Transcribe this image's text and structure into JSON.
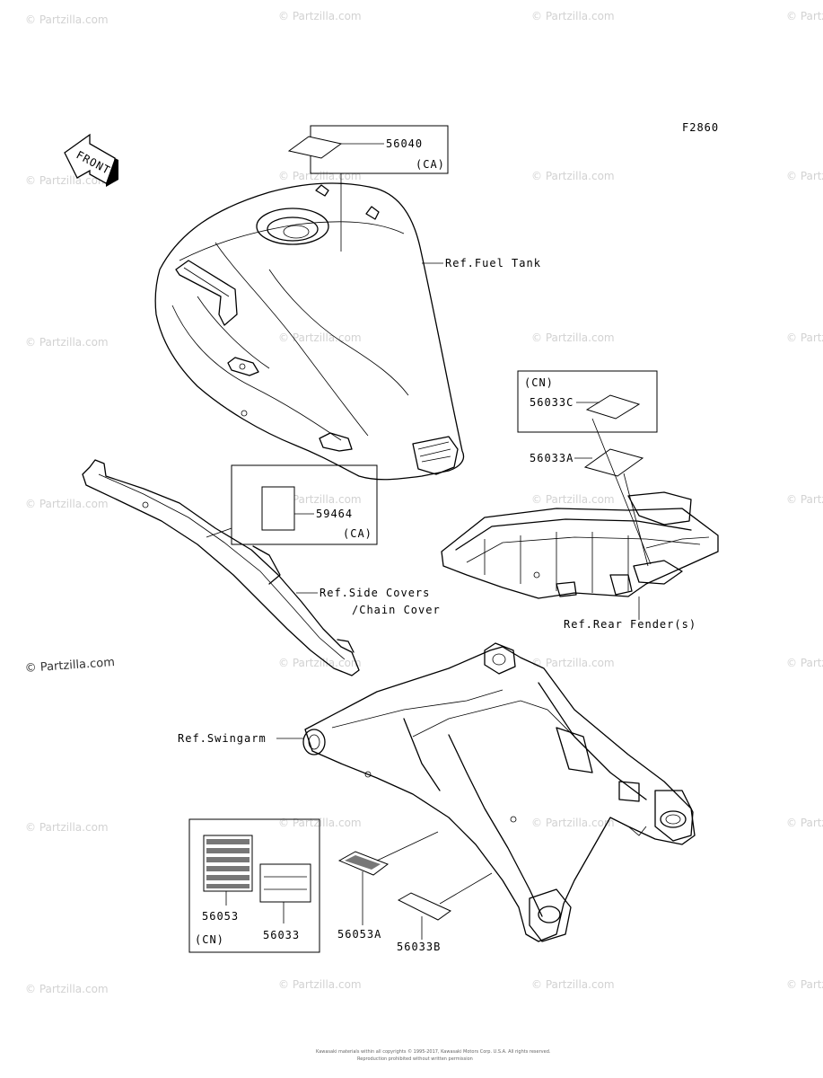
{
  "figure_code": "F2860",
  "front_label": "FRONT",
  "watermark_text": "© Partzilla.com",
  "copyright_line1": "Kawasaki materials within all copyrights © 1995-2017, Kawasaki Motors Corp. U.S.A. All rights reserved.",
  "copyright_line2": "Reproduction prohibited without written permission",
  "parts": {
    "p56040": "56040",
    "p56040_region": "(CA)",
    "p56033c_region": "(CN)",
    "p56033c": "56033C",
    "p56033a": "56033A",
    "p59464": "59464",
    "p59464_region": "(CA)",
    "p56053": "56053",
    "p56033": "56033",
    "p56053_56033_region": "(CN)",
    "p56053a": "56053A",
    "p56033b": "56033B"
  },
  "refs": {
    "fuel_tank": "Ref.Fuel Tank",
    "rear_fender": "Ref.Rear Fender(s)",
    "side_covers_1": "Ref.Side Covers",
    "side_covers_2": "/Chain Cover",
    "swingarm": "Ref.Swingarm"
  }
}
